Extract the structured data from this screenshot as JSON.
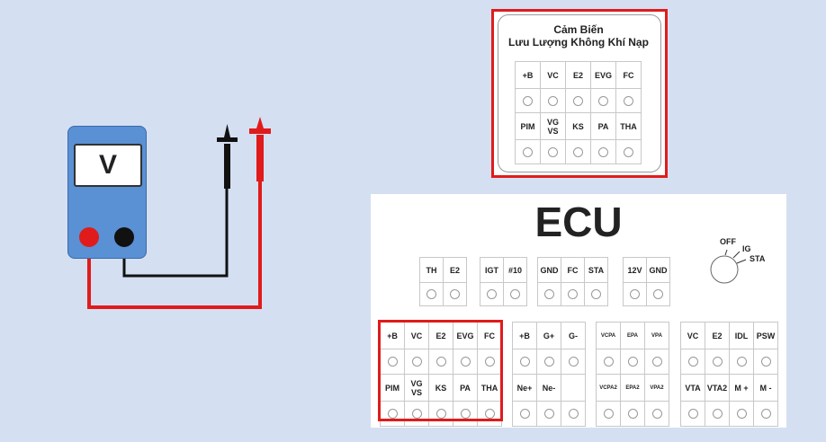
{
  "meter": {
    "display": "V"
  },
  "colors": {
    "background": "#d4dff2",
    "meter_body": "#5a90d4",
    "red": "#e01b1b",
    "black": "#111111",
    "panel": "#ffffff"
  },
  "sensor": {
    "title_line1": "Cảm Biến",
    "title_line2": "Lưu Lượng Không Khí Nạp",
    "row1": [
      "+B",
      "VC",
      "E2",
      "EVG",
      "FC"
    ],
    "row2": [
      "PIM",
      "VG VS",
      "KS",
      "PA",
      "THA"
    ]
  },
  "ecu": {
    "title": "ECU",
    "ignition": {
      "off": "OFF",
      "ig": "IG",
      "sta": "STA"
    },
    "top_groups": [
      [
        "TH",
        "E2"
      ],
      [
        "IGT",
        "#10"
      ],
      [
        "GND",
        "FC",
        "STA"
      ],
      [
        "12V",
        "GND"
      ]
    ],
    "bottom_groups": [
      {
        "row1": [
          "+B",
          "VC",
          "E2",
          "EVG",
          "FC"
        ],
        "row2": [
          "PIM",
          "VG VS",
          "KS",
          "PA",
          "THA"
        ]
      },
      {
        "row1": [
          "+B",
          "G+",
          "G-"
        ],
        "row2": [
          "Ne+",
          "Ne-",
          ""
        ]
      },
      {
        "row1": [
          "VCPA",
          "EPA",
          "VPA"
        ],
        "row2": [
          "VCPA2",
          "EPA2",
          "VPA2"
        ]
      },
      {
        "row1": [
          "VC",
          "E2",
          "IDL",
          "PSW"
        ],
        "row2": [
          "VTA",
          "VTA2",
          "M +",
          "M -"
        ]
      }
    ]
  }
}
